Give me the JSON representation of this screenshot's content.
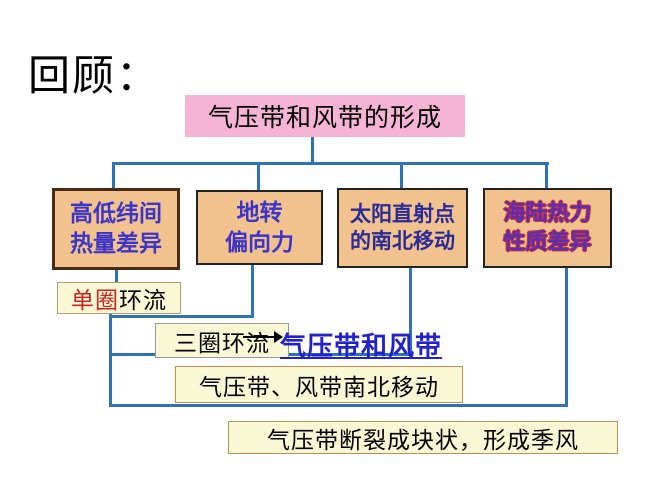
{
  "title": "回顾：",
  "root": {
    "label": "气压带和风带的形成"
  },
  "causes": [
    {
      "line1": "高低纬间",
      "line2": "热量差异"
    },
    {
      "line1": "地转",
      "line2": "偏向力"
    },
    {
      "line1": "太阳直射点",
      "line2": "的南北移动"
    },
    {
      "line1": "海陆热力",
      "line2": "性质差异"
    }
  ],
  "outcomes": {
    "single_circulation": {
      "highlight": "单圈",
      "rest": "环流"
    },
    "triple_circulation": {
      "label": "三圈环流"
    },
    "belts_link": {
      "label": "气压带和风带"
    },
    "seasonal_shift": {
      "label": "气压带、风带南北移动"
    },
    "monsoon": {
      "label": "气压带断裂成块状，形成季风"
    }
  },
  "colors": {
    "root_fill": "#F5B3D5",
    "cause_fill": "#F2C28E",
    "outcome_fill": "#FAF8D4",
    "connector_blue": "#2E74B5",
    "cause_text_blue": "#3C35C8",
    "cause_text_navy": "#2B2B96",
    "cause_text_purple_core": "#5B2DB8",
    "cause_text_red_outline": "#C43333",
    "highlight_red": "#CC2222",
    "link_blue": "#2222CC"
  }
}
